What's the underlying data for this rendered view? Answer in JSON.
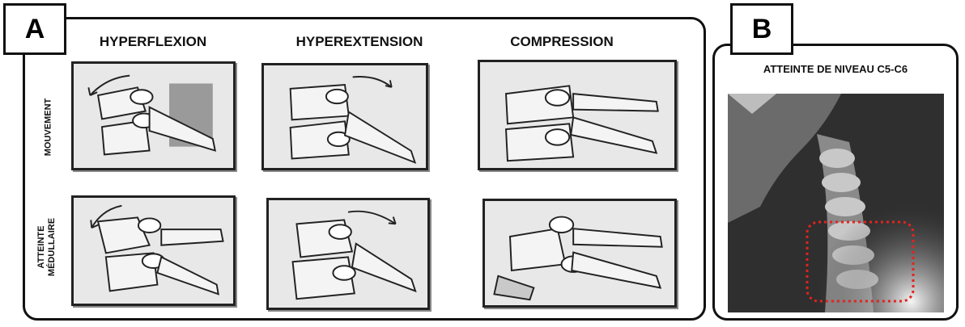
{
  "panel_a": {
    "tag": "A",
    "columns": [
      "HYPERFLEXION",
      "HYPEREXTENSION",
      "COMPRESSION"
    ],
    "rows": [
      "MOUVEMENT",
      "ATTEINTE",
      "MÉDULLAIRE"
    ]
  },
  "panel_b": {
    "tag": "B",
    "title": "ATTEINTE DE NIVEAU C5-C6"
  },
  "colors": {
    "highlight": "#e3231f",
    "border": "#111111"
  }
}
